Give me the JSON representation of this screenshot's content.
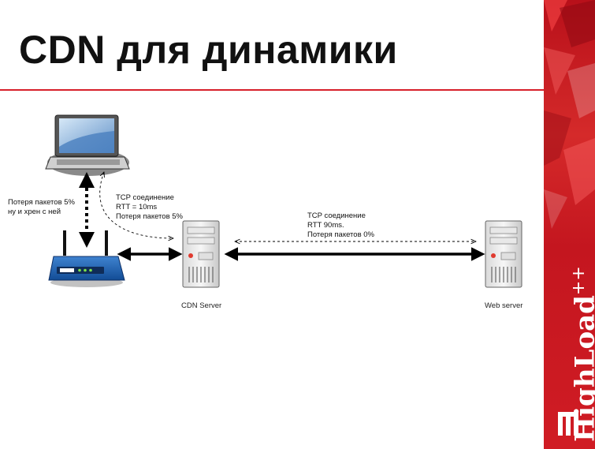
{
  "title": "CDN для динамики",
  "client_note": {
    "line1": "Потеря пакетов 5%",
    "line2": "ну и хрен с ней"
  },
  "tcp_client_cdn": {
    "line1": "TCP соединение",
    "line2": "RTT = 10ms",
    "line3": "Потеря пакетов 5%"
  },
  "tcp_cdn_web": {
    "line1": "TCP соединение",
    "line2": "RTT 90ms.",
    "line3": "Потеря пакетов 0%"
  },
  "nodes": {
    "cdn_label": "CDN Server",
    "web_label": "Web server"
  },
  "brand": {
    "name": "HighLoad",
    "suffix": "++"
  },
  "colors": {
    "accent": "#d7202b",
    "router_blue": "#1f5fb0"
  },
  "icons": [
    "laptop-icon",
    "router-icon",
    "cdn-server-icon",
    "web-server-icon",
    "highload-logo-icon"
  ]
}
